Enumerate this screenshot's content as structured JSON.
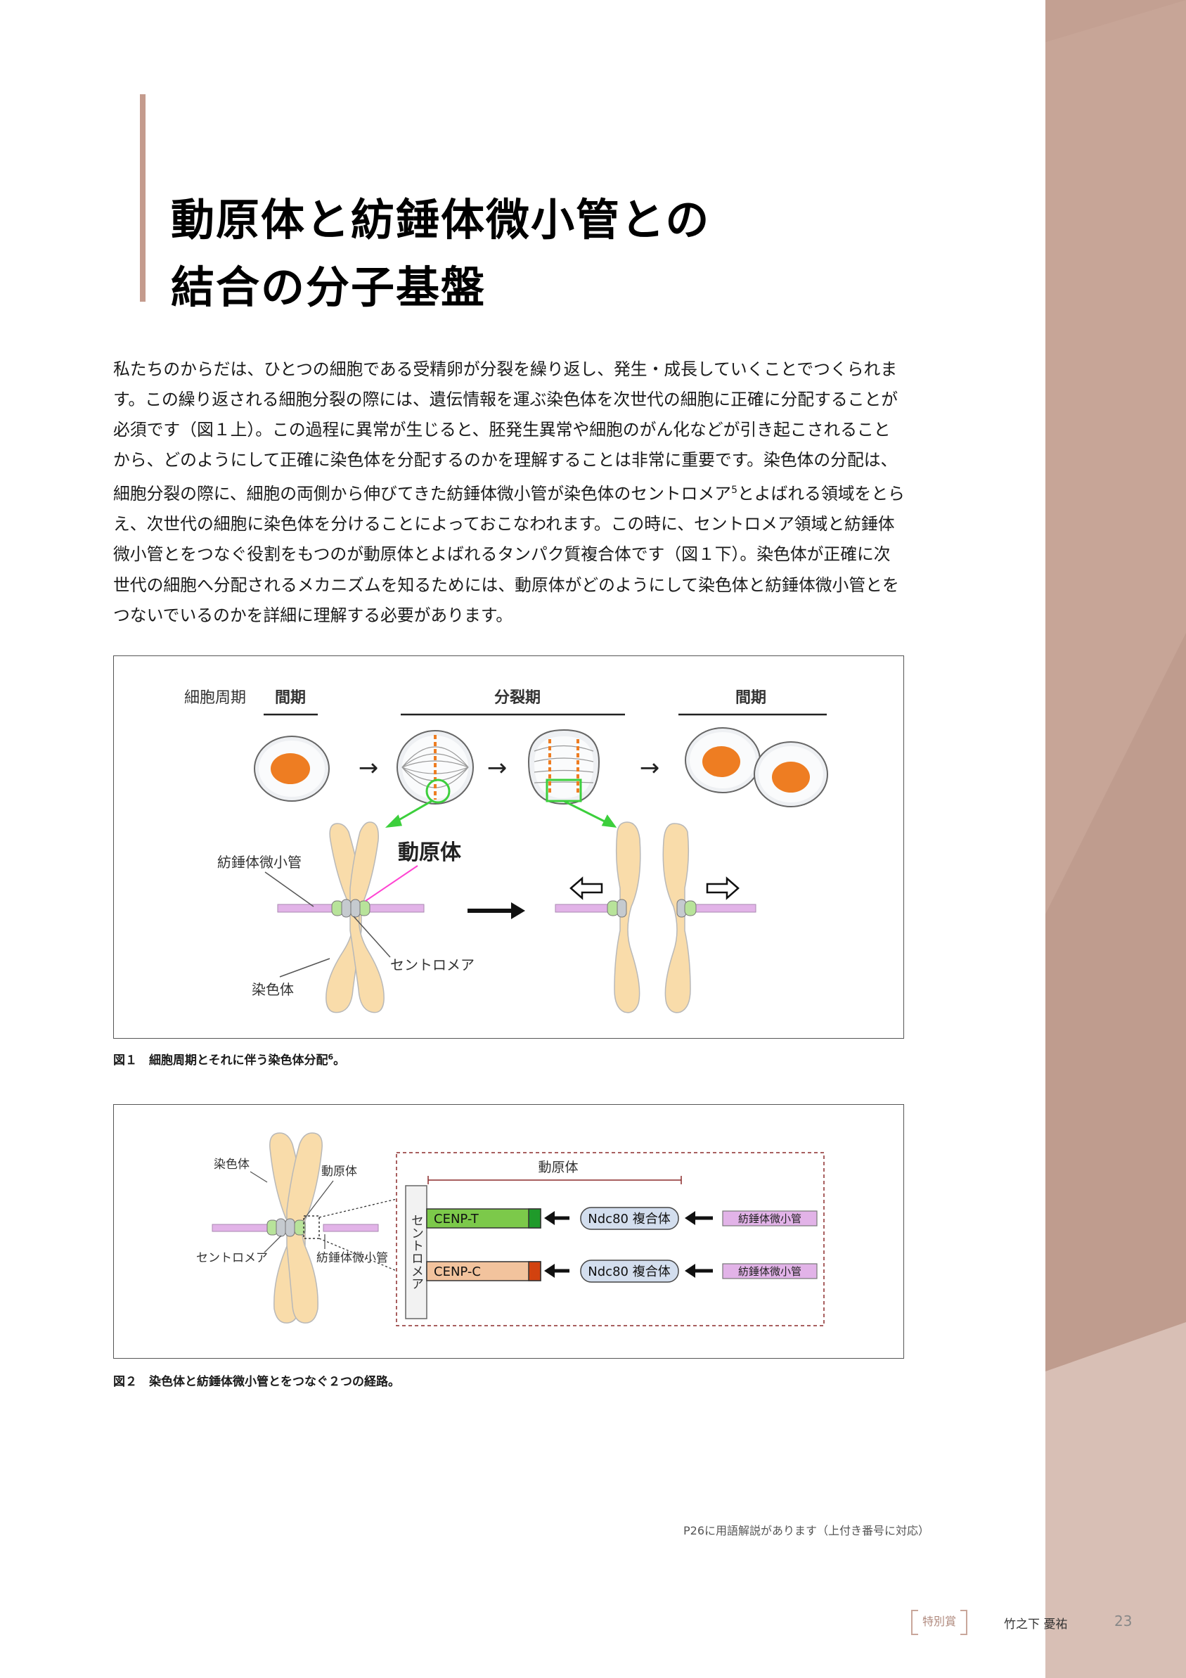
{
  "title": {
    "line1": "動原体と紡錘体微小管との",
    "line2": "結合の分子基盤"
  },
  "body": {
    "p1a": "私たちのからだは、ひとつの細胞である受精卵が分裂を繰り返し、発生・成長していくことでつくられます。この繰り返される細胞分裂の際には、遺伝情報を運ぶ染色体を次世代の細胞に正確に分配することが必須です（図１上）。この過程に異常が生じると、胚発生異常や細胞のがん化などが引き起こされることから、どのようにして正確に染色体を分配するのかを理解することは非常に重要です。染色体の分配は、細胞分裂の際に、細胞の両側から伸びてきた紡錘体微小管が染色体のセントロメア",
    "sup1": "5",
    "p1b": "とよばれる領域をとらえ、次世代の細胞に染色体を分けることによっておこなわれます。この時に、セントロメア領域と紡錘体微小管とをつなぐ役割をもつのが動原体とよばれるタンパク質複合体です（図１下）。染色体が正確に次世代の細胞へ分配されるメカニズムを知るためには、動原体がどのようにして染色体と紡錘体微小管とをつないでいるのかを詳細に理解する必要があります。"
  },
  "figure1": {
    "cycle_label": "細胞周期",
    "interphase1": "間期",
    "mitosis": "分裂期",
    "interphase2": "間期",
    "arrow": "→",
    "kinetochore": "動原体",
    "microtubule": "紡錘体微小管",
    "centromere": "セントロメア",
    "chromosome": "染色体",
    "caption_prefix": "図１",
    "caption_text": "細胞周期とそれに伴う染色体分配",
    "caption_sup": "6",
    "caption_end": "。"
  },
  "figure2": {
    "chromosome": "染色体",
    "kinetochore_small": "動原体",
    "centromere": "セントロメア",
    "microtubule": "紡錘体微小管",
    "kinetochore_range": "動原体",
    "centromere_box": "セントロメア",
    "cenp_t": "CENP-T",
    "cenp_c": "CENP-C",
    "ndc80": "Ndc80 複合体",
    "mt_box": "紡錘体微小管",
    "caption_prefix": "図２",
    "caption_text": "染色体と紡錘体微小管とをつなぐ２つの経路。"
  },
  "footnote": "P26に用語解説があります（上付き番号に対応）",
  "footer": {
    "badge": "特別賞",
    "author": "竹之下 憂祐",
    "page": "23"
  },
  "colors": {
    "accent": "#c49b8d",
    "nucleus": "#ee7d22",
    "chromosome_fill": "#f9dcaa",
    "kinetochore_green": "#b8e39a",
    "microtubule_pink": "#e2b3e8",
    "centromere_gray": "#c5cacf",
    "cenp_t_green": "#7cc94a",
    "cenp_c_peach": "#f2c39d",
    "ndc80_blue": "#d3deee",
    "highlight_green": "#3ccf3c"
  }
}
